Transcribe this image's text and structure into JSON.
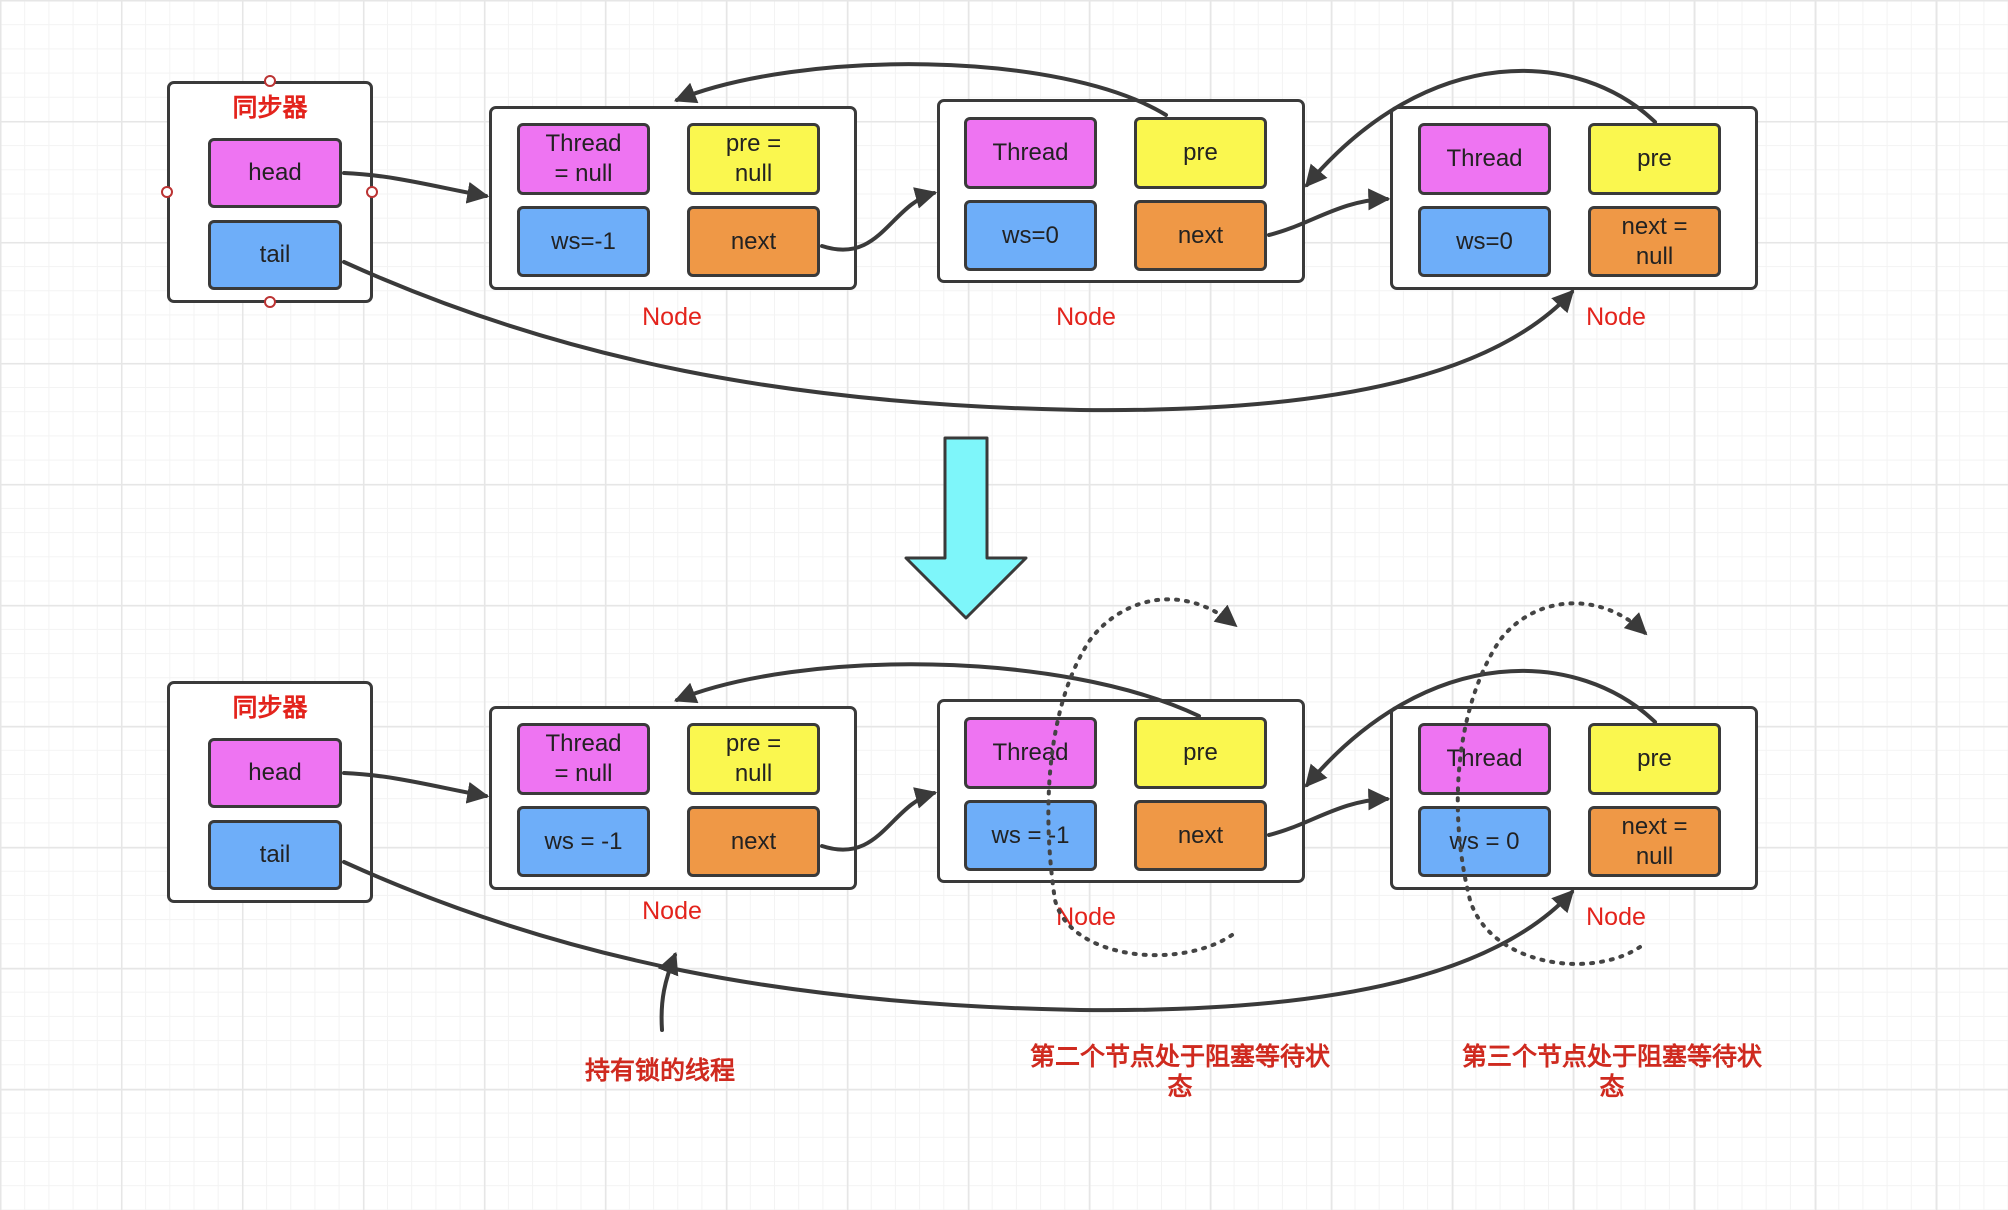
{
  "before": {
    "sync": {
      "title": "同步器",
      "head": "head",
      "tail": "tail"
    },
    "nodes": [
      {
        "thread": "Thread\n= null",
        "pre": "pre =\nnull",
        "ws": "ws=-1",
        "next": "next",
        "label": "Node"
      },
      {
        "thread": "Thread",
        "pre": "pre",
        "ws": "ws=0",
        "next": "next",
        "label": "Node"
      },
      {
        "thread": "Thread",
        "pre": "pre",
        "ws": "ws=0",
        "next": "next =\nnull",
        "label": "Node"
      }
    ]
  },
  "after": {
    "sync": {
      "title": "同步器",
      "head": "head",
      "tail": "tail"
    },
    "nodes": [
      {
        "thread": "Thread\n= null",
        "pre": "pre =\nnull",
        "ws": "ws = -1",
        "next": "next",
        "label": "Node"
      },
      {
        "thread": "Thread",
        "pre": "pre",
        "ws": "ws = -1",
        "next": "next",
        "label": "Node"
      },
      {
        "thread": "Thread",
        "pre": "pre",
        "ws": "ws = 0",
        "next": "next =\nnull",
        "label": "Node"
      }
    ]
  },
  "notes": {
    "lock_holder": "持有锁的线程",
    "second_blocked": "第二个节点处于阻塞等待状\n态",
    "third_blocked": "第三个节点处于阻塞等待状\n态"
  },
  "colors": {
    "thread": "#ee74f2",
    "pre": "#faf74f",
    "ws": "#6eaef9",
    "next": "#ef9846",
    "label_red": "#e3231c",
    "down_arrow": "#7ef6fa",
    "line": "#3a3a3a"
  }
}
